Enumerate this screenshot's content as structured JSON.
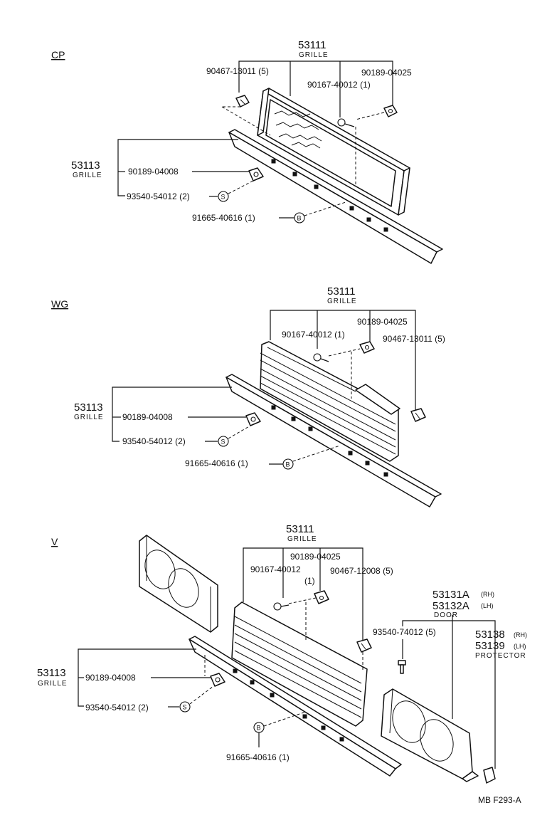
{
  "sections": {
    "cp": {
      "code": "CP",
      "grille_upper_no": "53111",
      "grille_upper_name": "GRILLE",
      "p1": "90467-13011 (5)",
      "p2": "90189-04025",
      "p3": "90167-40012 (1)",
      "grille_lower_no": "53113",
      "grille_lower_name": "GRILLE",
      "p4": "90189-04008",
      "p5": "93540-54012 (2)",
      "p6": "91665-40616 (1)",
      "mark_s": "S",
      "mark_b": "B"
    },
    "wg": {
      "code": "WG",
      "grille_upper_no": "53111",
      "grille_upper_name": "GRILLE",
      "p2": "90189-04025",
      "p3": "90167-40012 (1)",
      "p1": "90467-13011 (5)",
      "grille_lower_no": "53113",
      "grille_lower_name": "GRILLE",
      "p4": "90189-04008",
      "p5": "93540-54012 (2)",
      "p6": "91665-40616 (1)",
      "mark_s": "S",
      "mark_b": "B"
    },
    "v": {
      "code": "V",
      "grille_upper_no": "53111",
      "grille_upper_name": "GRILLE",
      "p2": "90189-04025",
      "p3a": "90167-40012",
      "p3b": "(1)",
      "p1": "90467-12008 (5)",
      "door_rh_no": "53131A",
      "door_rh_side": "(RH)",
      "door_lh_no": "53132A",
      "door_lh_side": "(LH)",
      "door_name": "DOOR",
      "p7": "93540-74012 (5)",
      "prot_rh_no": "53138",
      "prot_rh_side": "(RH)",
      "prot_lh_no": "53139",
      "prot_lh_side": "(LH)",
      "prot_name": "PROTECTOR",
      "grille_lower_no": "53113",
      "grille_lower_name": "GRILLE",
      "p4": "90189-04008",
      "p5": "93540-54012 (2)",
      "p6": "91665-40616 (1)",
      "mark_s": "S",
      "mark_b": "B"
    }
  },
  "footer": {
    "code": "MB  F293-A"
  }
}
